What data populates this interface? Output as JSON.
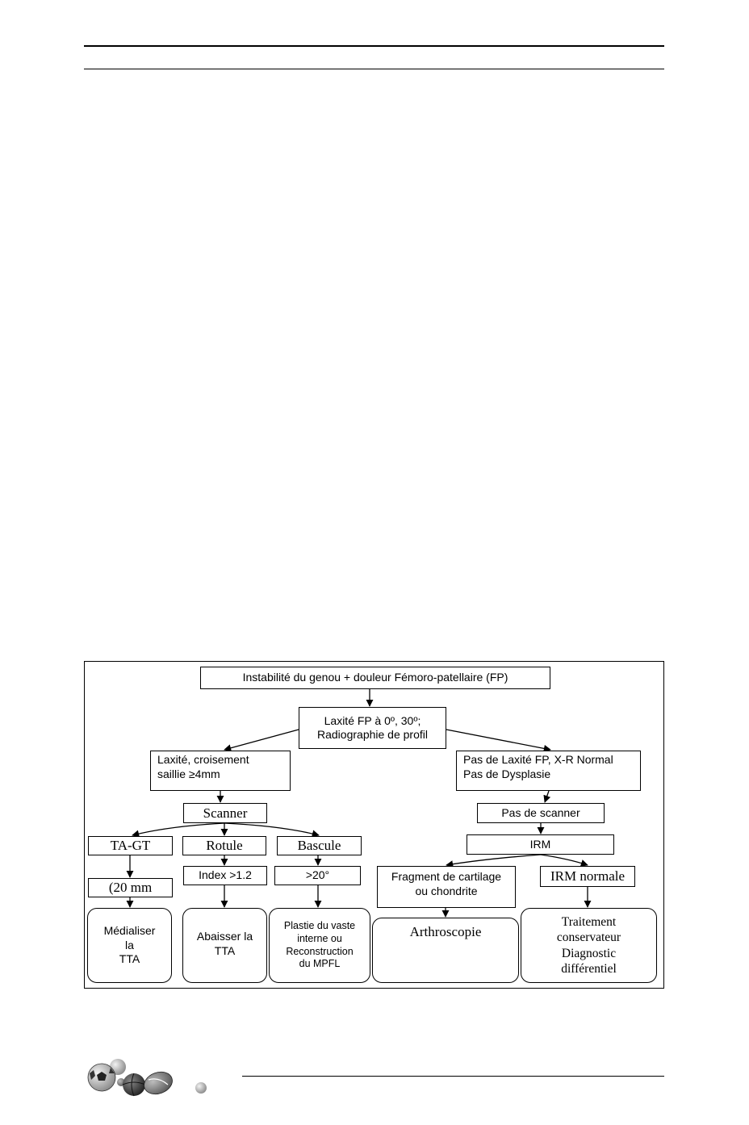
{
  "diagram": {
    "nodes": {
      "top": "Instabilité du genou + douleur Fémoro-patellaire (FP)",
      "laxite": "Laxité FP à 0º, 30º;\nRadiographie de profil",
      "left_condition": "Laxité, croisement\nsaillie ≥4mm",
      "right_condition": "Pas de Laxité FP, X-R Normal\nPas de Dysplasie",
      "scanner": "Scanner",
      "pas_scanner": "Pas de scanner",
      "tagt": "TA-GT",
      "rotule": "Rotule",
      "bascule": "Bascule",
      "irm": "IRM",
      "mm20": "(20 mm",
      "index": "Index >1.2",
      "deg20": ">20°",
      "fragment": "Fragment de cartilage\nou chondrite",
      "irm_normale": "IRM normale",
      "medialiser": "Médialiser\nla\nTTA",
      "abaisser": "Abaisser la\nTTA",
      "plastie": "Plastie du vaste\ninterne ou\nReconstruction\ndu MPFL",
      "arthroscopie": "Arthroscopie",
      "traitement": "Traitement\nconservateur\nDiagnostic\ndifférentiel"
    }
  },
  "footer": {
    "logo_icon": "sports-balls-icon"
  }
}
